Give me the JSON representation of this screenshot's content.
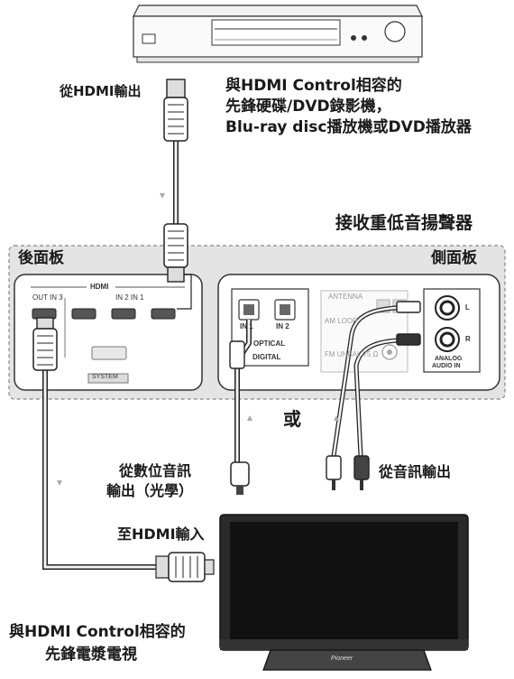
{
  "labels": {
    "from_hdmi_output": "從HDMI輸出",
    "recorder_desc_line1": "與HDMI Control相容的",
    "recorder_desc_line2": "先鋒硬碟/DVD錄影機，",
    "recorder_desc_line3": "Blu-ray disc播放機或DVD播放器",
    "subwoofer_receiver": "接收重低音揚聲器",
    "rear_panel": "後面板",
    "side_panel": "側面板",
    "or": "或",
    "from_digital_audio_line1": "從數位音訊",
    "from_digital_audio_line2": "輸出（光學）",
    "from_audio_output": "從音訊輸出",
    "to_hdmi_input": "至HDMI輸入",
    "tv_desc_line1": "與HDMI Control相容的",
    "tv_desc_line2": "先鋒電漿電視"
  },
  "rear_panel_labels": {
    "hdmi": "HDMI",
    "out_in3": "OUT IN 3",
    "in2_in1": "IN 2 IN 1",
    "system": "SYSTEM"
  },
  "side_panel_labels": {
    "antenna": "ANTENNA",
    "am_loop": "AM LOOP",
    "fm_unbal": "FM UNBAL 75 Ω",
    "in1": "IN 1",
    "in2": "IN 2",
    "optical": "OPTICAL",
    "digital": "DIGITAL",
    "l": "L",
    "r": "R",
    "analog_audio_in_line1": "ANALOG",
    "analog_audio_in_line2": "AUDIO IN"
  },
  "tv_brand": "Pioneer"
}
